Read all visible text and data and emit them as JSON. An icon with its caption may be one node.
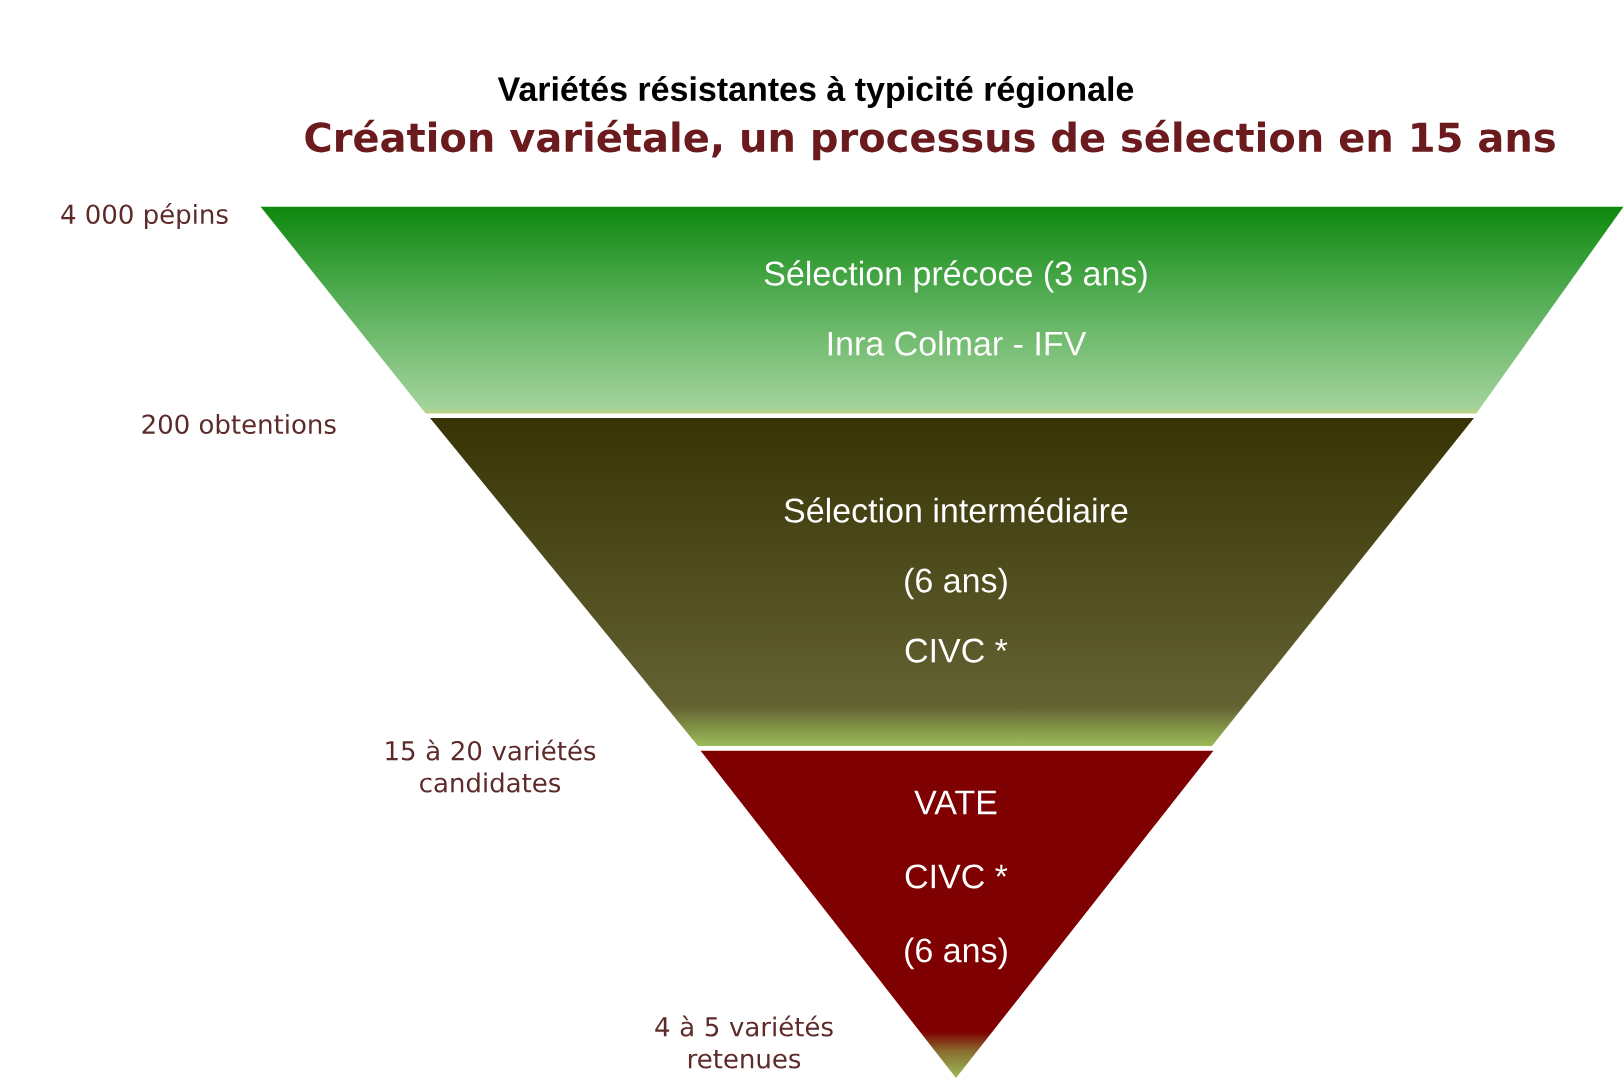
{
  "diagram": {
    "title": "Variétés résistantes à typicité régionale",
    "nodes": [
      {
        "text": [
          "Sélection précoce (3 ans)",
          "Inra Colmar - IFV"
        ]
      },
      {
        "text": [
          "Sélection intermédiaire",
          "(6 ans)",
          "CIVC *"
        ]
      },
      {
        "text": [
          "VATE",
          "CIVC *",
          "(6 ans)"
        ]
      }
    ],
    "labels": [
      "Création variétale, un processus de sélection en 15 ans",
      "4 000 pépins",
      "200 obtentions",
      "15 à 20 variétés candidates",
      "4 à 5 variétés retenues"
    ]
  }
}
